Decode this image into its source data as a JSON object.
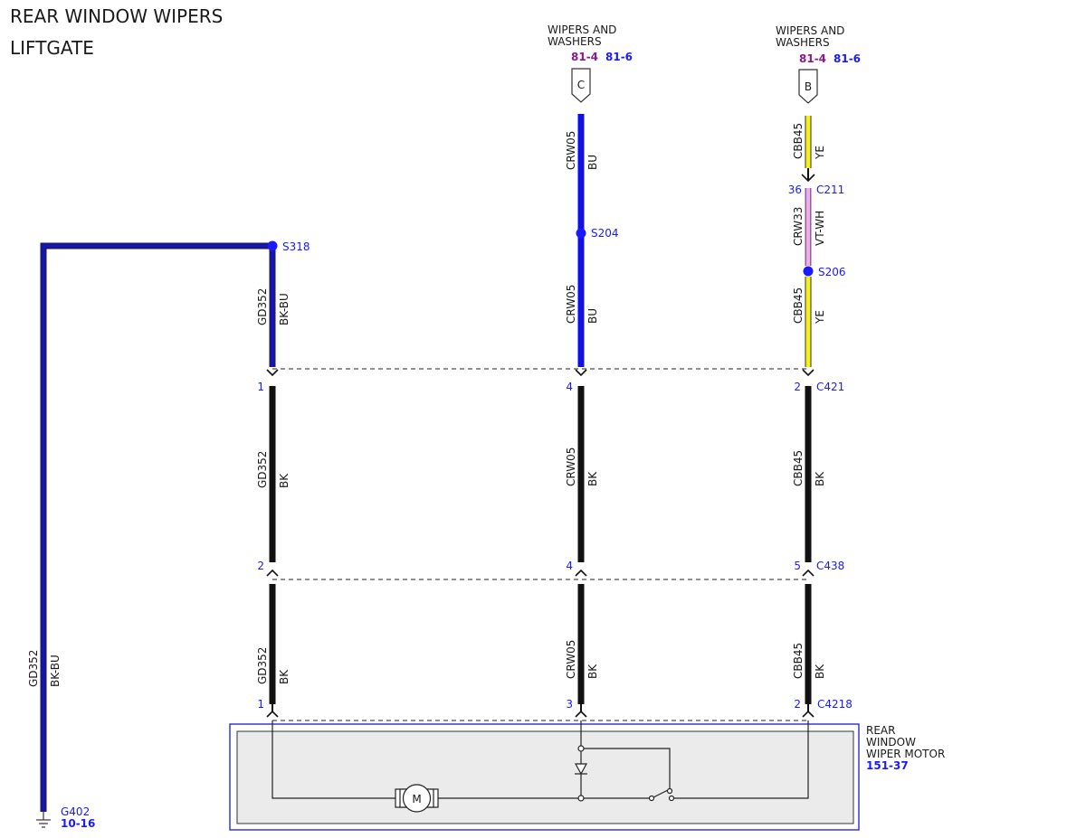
{
  "title": {
    "line1": "REAR WINDOW WIPERS",
    "line2": "LIFTGATE"
  },
  "colors": {
    "link_blue": "#1a1aff",
    "link_purple": "#8a1a8a",
    "wire_bu": "#1010e6",
    "wire_ye": "#f2f21a",
    "wire_vt_wh": "#e3a6e3",
    "wire_bk": "#111111",
    "wire_bk_bu": "#1a1a6e",
    "module_fill": "#ebebeb"
  },
  "connectors_top": {
    "c": {
      "heading_line1": "WIPERS AND",
      "heading_line2": "WASHERS",
      "ref1": "81-4",
      "ref2": "81-6",
      "letter": "C"
    },
    "b": {
      "heading_line1": "WIPERS AND",
      "heading_line2": "WASHERS",
      "ref1": "81-4",
      "ref2": "81-6",
      "letter": "B"
    }
  },
  "wires": {
    "left_circuit": "GD352",
    "left_color": "BK-BU",
    "col1_upper_circuit": "GD352",
    "col1_upper_color": "BK-BU",
    "col1_mid_circuit": "GD352",
    "col1_mid_color": "BK",
    "col1_low_circuit": "GD352",
    "col1_low_color": "BK",
    "col2_top_circuit": "CRW05",
    "col2_top_color": "BU",
    "col2_upper_circuit": "CRW05",
    "col2_upper_color": "BU",
    "col2_mid_circuit": "CRW05",
    "col2_mid_color": "BK",
    "col2_low_circuit": "CRW05",
    "col2_low_color": "BK",
    "col3_top_circuit": "CBB45",
    "col3_top_color": "YE",
    "col3_vt_circuit": "CRW33",
    "col3_vt_color": "VT-WH",
    "col3_upper_circuit": "CBB45",
    "col3_upper_color": "YE",
    "col3_mid_circuit": "CBB45",
    "col3_mid_color": "BK",
    "col3_low_circuit": "CBB45",
    "col3_low_color": "BK"
  },
  "splices": {
    "s318": "S318",
    "s204": "S204",
    "s206": "S206"
  },
  "connector_labels": {
    "c211_pin": "36",
    "c211": "C211",
    "c421_pin1": "1",
    "c421_pin2": "4",
    "c421_pin3": "2",
    "c421": "C421",
    "c438_pin1": "2",
    "c438_pin2": "4",
    "c438_pin3": "5",
    "c438": "C438",
    "c4218_pin1": "1",
    "c4218_pin2": "3",
    "c4218_pin3": "2",
    "c4218": "C4218"
  },
  "ground": {
    "name": "G402",
    "ref": "10-16"
  },
  "module": {
    "line1": "REAR",
    "line2": "WINDOW",
    "line3": "WIPER MOTOR",
    "ref": "151-37",
    "motor_symbol": "M"
  }
}
